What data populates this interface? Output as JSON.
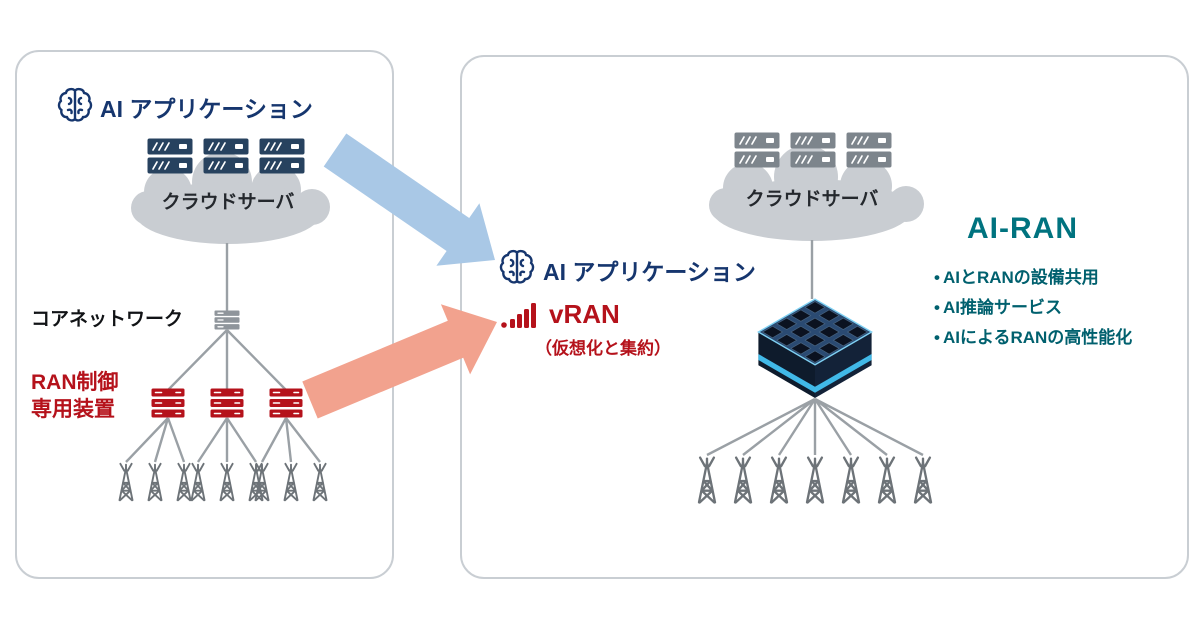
{
  "left_panel": {
    "title": "AI アプリケーション",
    "cloud_label": "クラウドサーバ",
    "core_network_label": "コアネットワーク",
    "ran_device_line1": "RAN制御",
    "ran_device_line2": "専用装置"
  },
  "right_panel": {
    "title": "AI アプリケーション",
    "cloud_label": "クラウドサーバ",
    "vran_label": "vRAN",
    "vran_sub_label": "（仮想化と集約）",
    "airan_title": "AI-RAN",
    "bullet_marker": "•",
    "bullets": [
      "AIとRANの設備共用",
      "AI推論サービス",
      "AIによるRANの高性能化"
    ]
  },
  "colors": {
    "navy": "#16366e",
    "red": "#b5121b",
    "teal_heading": "#00737f",
    "teal_text": "#00606e",
    "arrow_blue": "#a9c8e6",
    "arrow_red": "#f2a28e",
    "cloud_gray": "#c9cdd2",
    "line_gray": "#9aa0a5",
    "server_navy": "#27425f",
    "server_gray": "#7d858c",
    "gpu_top": "#2a4a72",
    "gpu_glow": "#41b9e8"
  }
}
